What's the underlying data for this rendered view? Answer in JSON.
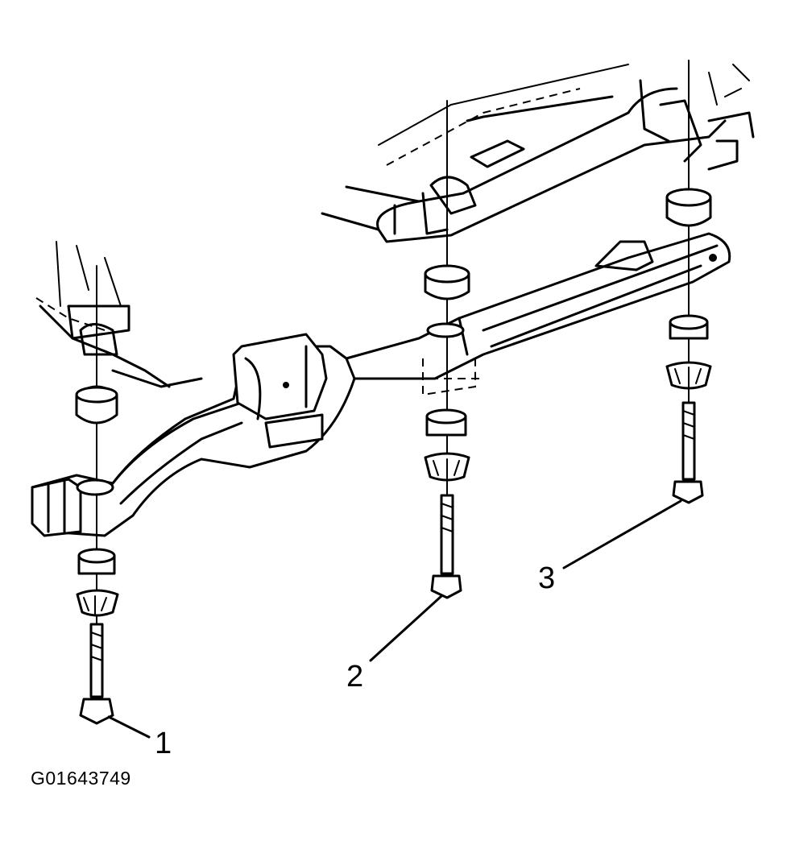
{
  "figure": {
    "id_label": "G01643749"
  },
  "callouts": [
    {
      "label": "1"
    },
    {
      "label": "2"
    },
    {
      "label": "3"
    }
  ]
}
